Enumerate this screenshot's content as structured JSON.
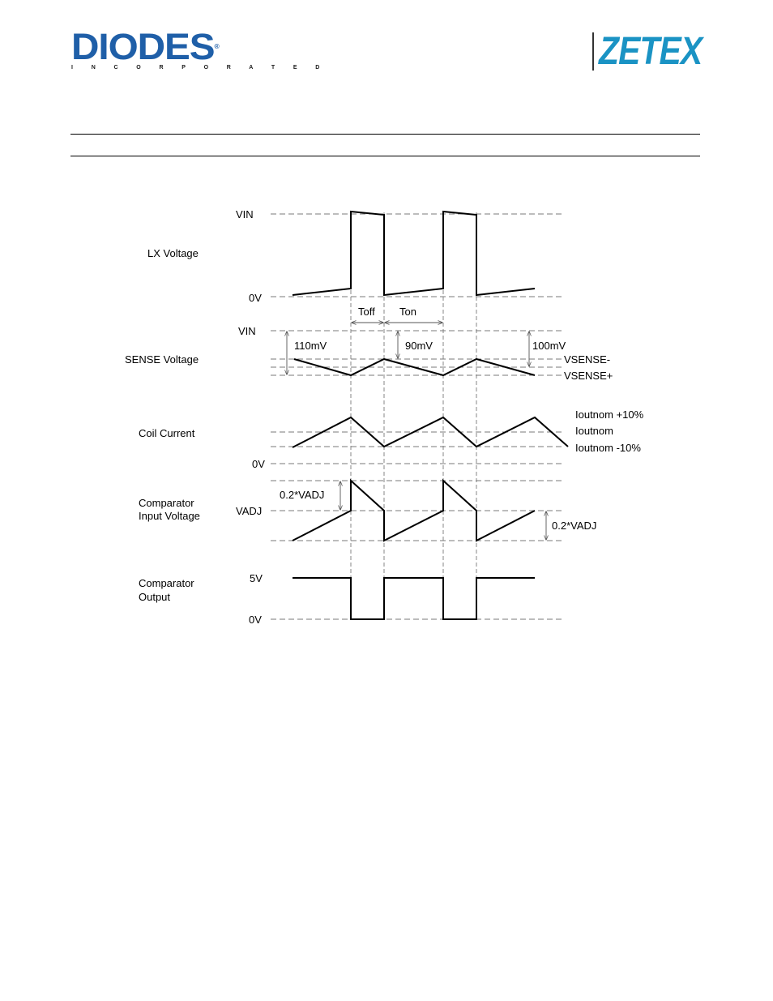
{
  "header": {
    "logo_left": {
      "text": "DIODES",
      "subtext": "I N C O R P O R A T E D",
      "mark": "®",
      "color": "#1f5fa8"
    },
    "logo_right": {
      "text": "ZETEX",
      "color": "#1a93c4"
    }
  },
  "diagram": {
    "rows": {
      "lx": {
        "label": "LX Voltage",
        "levels": {
          "high": "VIN",
          "low": "0V"
        },
        "intervals": {
          "off": "Toff",
          "on": "Ton"
        }
      },
      "sense": {
        "label": "SENSE Voltage",
        "levels": {
          "top": "VIN"
        },
        "dims": {
          "first": "110mV",
          "second": "90mV",
          "third": "100mV"
        },
        "thresholds": {
          "upper": "VSENSE-",
          "lower": "VSENSE+"
        }
      },
      "coil": {
        "label": "Coil Current",
        "levels": {
          "zero": "0V"
        },
        "thresholds": {
          "upper": "Ioutnom +10%",
          "mid": "Ioutnom",
          "lower": "Ioutnom -10%"
        }
      },
      "comparator_input": {
        "label_line1": "Comparator",
        "label_line2": "Input Voltage",
        "levels": {
          "adj": "VADJ"
        },
        "dims": {
          "left": "0.2*VADJ",
          "right": "0.2*VADJ"
        }
      },
      "comparator_output": {
        "label_line1": "Comparator",
        "label_line2": "Output",
        "levels": {
          "high": "5V",
          "low": "0V"
        }
      }
    }
  }
}
